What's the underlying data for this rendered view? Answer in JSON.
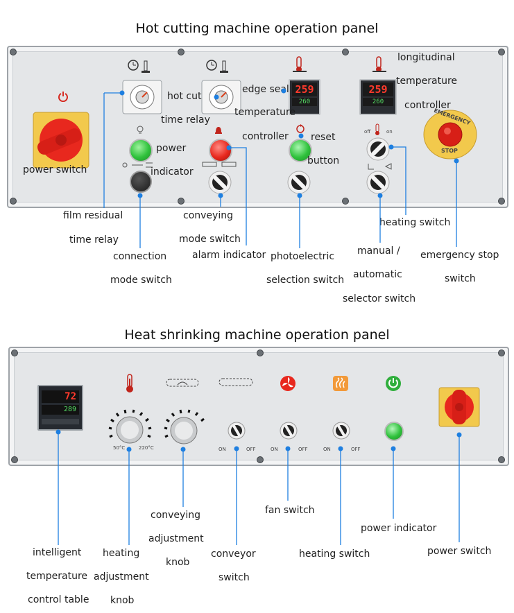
{
  "top_panel": {
    "title": "Hot cutting machine operation panel",
    "display_left_value": "259",
    "display_left_sub": "260",
    "display_right_value": "259",
    "display_right_sub": "260",
    "estop_top": "EMERGENCY",
    "estop_bottom": "STOP",
    "switch_off": "off",
    "switch_on": "on",
    "labels": {
      "power_switch": "power switch",
      "power": "power",
      "indicator": "indicator",
      "hot_cut": "hot cut",
      "time_relay": "time relay",
      "edge_seal": "edge seal",
      "temperature": "temperature",
      "controller": "controller",
      "reset": "reset",
      "button": "button",
      "longitudinal": "longitudinal",
      "temperature2": "temperature",
      "controller2": "controller",
      "film_residual": "film residual",
      "time_relay2": "time relay",
      "connection": "connection",
      "mode_switch": "mode switch",
      "conveying": "conveying",
      "mode_switch2": "mode switch",
      "alarm_indicator": "alarm indicator",
      "photoelectric": "photoelectric",
      "selection_switch": "selection switch",
      "manual": "manual /",
      "automatic": "automatic",
      "selector_switch": "selector switch",
      "heating_switch": "heating switch",
      "emergency_stop": "emergency stop",
      "switch": "switch"
    }
  },
  "bottom_panel": {
    "title": "Heat shrinking machine operation panel",
    "display_value": "72",
    "display_sub": "289",
    "dial_min": "50°C",
    "dial_max": "220°C",
    "on_label": "ON",
    "off_label": "OFF",
    "labels": {
      "intelligent": "intelligent",
      "temperature": "temperature",
      "control_table": "control table",
      "heating": "heating",
      "adjustment": "adjustment",
      "knob": "knob",
      "conveying": "conveying",
      "adjustment2": "adjustment",
      "knob2": "knob",
      "conveyor": "conveyor",
      "switch": "switch",
      "fan_switch": "fan switch",
      "heating_switch": "heating switch",
      "power_indicator": "power indicator",
      "power_switch": "power switch"
    }
  },
  "colors": {
    "callout": "#1e7fe0",
    "panel": "#e4e6e8",
    "red": "#e8281e",
    "green": "#2fc23c",
    "yellow": "#f2c94c"
  }
}
